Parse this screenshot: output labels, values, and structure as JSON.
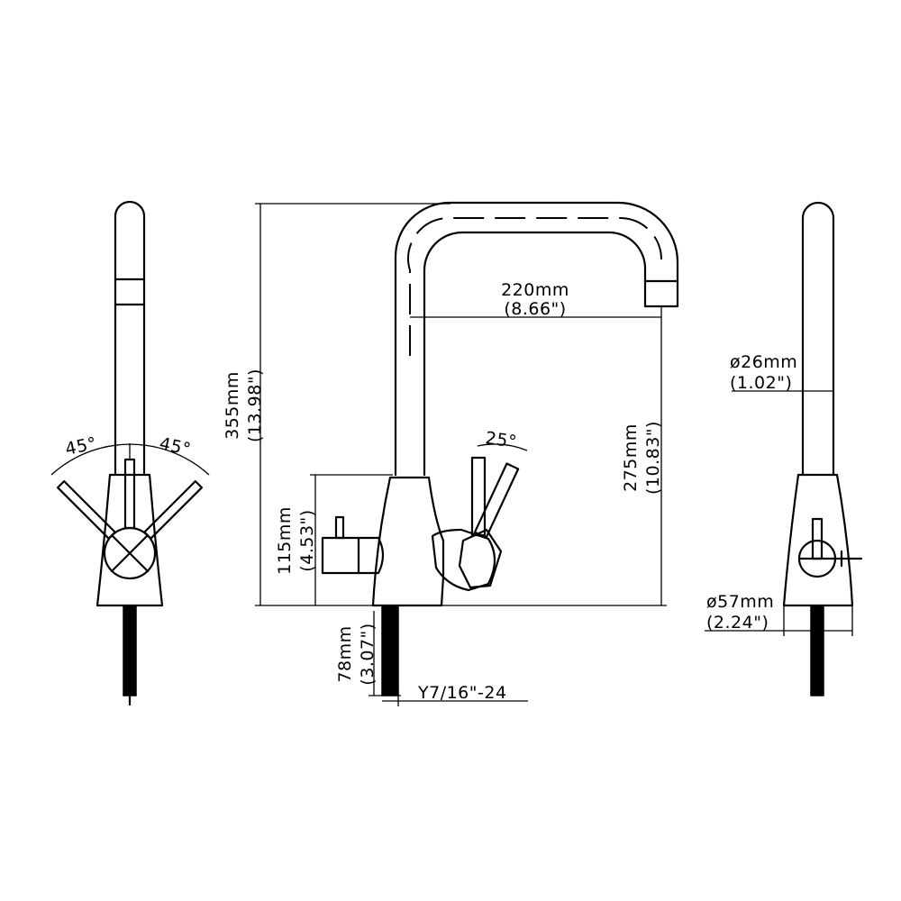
{
  "dimensions": {
    "height_total_mm": "355mm",
    "height_total_in": "(13.98\")",
    "spout_reach_mm": "220mm",
    "spout_reach_in": "(8.66\")",
    "spout_height_mm": "275mm",
    "spout_height_in": "(10.83\")",
    "body_height_mm": "115mm",
    "body_height_in": "(4.53\")",
    "shank_length_mm": "78mm",
    "shank_length_in": "(3.07\")",
    "thread": "Y7/16\"-24",
    "handle_angle": "25°",
    "swing_left": "45°",
    "swing_right": "45°",
    "spout_diameter_mm": "ø26mm",
    "spout_diameter_in": "(1.02\")",
    "base_diameter_mm": "ø57mm",
    "base_diameter_in": "(2.24\")"
  }
}
